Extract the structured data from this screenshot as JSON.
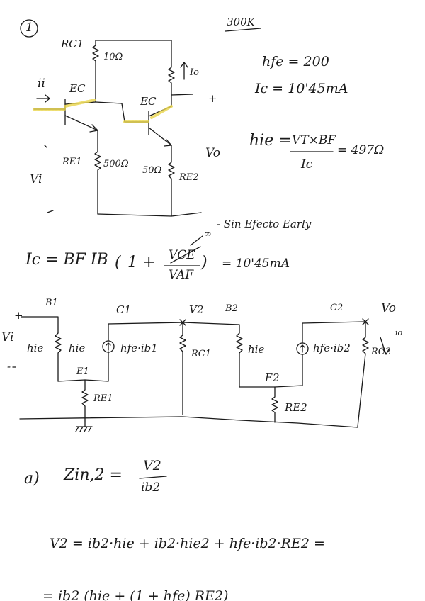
{
  "header": {
    "problem_number": "1",
    "temperature": "300K"
  },
  "params": {
    "hfe": "hfe = 200",
    "ic": "Ic = 10'45mA",
    "hie_lhs": "hie =",
    "hie_num": "VT×BF",
    "hie_den": "Ic",
    "hie_result": "= 497Ω"
  },
  "circuit1": {
    "rc1": "RC1",
    "rc1_val": "10Ω",
    "ii": "ii",
    "ec1": "EC",
    "ec2": "EC",
    "io": "Io",
    "plus": "+",
    "re1": "RE1",
    "re1_val": "500Ω",
    "re2_val": "50Ω",
    "re2": "RE2",
    "vo": "Vo",
    "vi": "Vi",
    "minus": "-"
  },
  "early": {
    "note": "- Sin Efecto Early",
    "ic_eq_left": "Ic = BF IB",
    "paren_open": "(",
    "one_plus": "1 +",
    "vce": "VCE",
    "vaf": "VAF",
    "paren_close": ")",
    "infinity": "∞",
    "ic_eq_right": "= 10'45mA"
  },
  "circuit2": {
    "b1": "B1",
    "c1": "C1",
    "v2": "V2",
    "b2": "B2",
    "c2": "C2",
    "vo": "Vo",
    "plus": "+",
    "vi": "Vi",
    "minus": "-",
    "hie_ext": "hie",
    "hie1": "hie",
    "src1": "hfe·ib1",
    "rc1": "RC1",
    "hie2": "hie",
    "src2": "hfe·ib2",
    "rc2": "RC2",
    "io": "io",
    "e1": "E1",
    "re1": "RE1",
    "e2": "E2",
    "re2": "RE2"
  },
  "part_a": {
    "label": "a)",
    "zin_lhs": "Zin,2 =",
    "frac_num": "V2",
    "frac_den": "ib2",
    "v2_eq": "V2 = ib2·hie + ib2·hie2 + hfe·ib2·RE2 =",
    "last_eq": "= ib2 (hie + (1 + hfe) RE2)"
  }
}
